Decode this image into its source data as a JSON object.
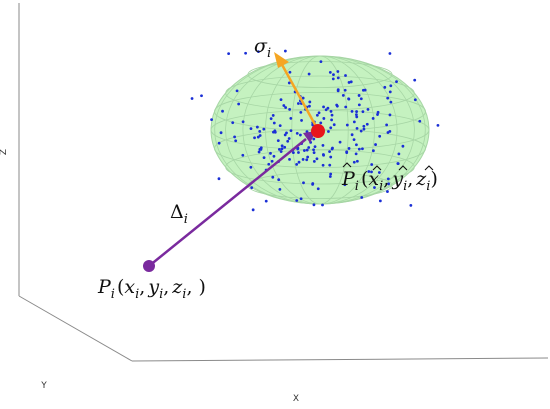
{
  "axes": {
    "x_label": "X",
    "y_label": "Y",
    "z_label": "Z"
  },
  "labels": {
    "sigma": {
      "base": "σ",
      "sub": "i"
    },
    "delta": {
      "base": "Δ",
      "sub": "i"
    },
    "p_hat": {
      "p": "P",
      "p_sub": "i",
      "open": "(",
      "x": "x",
      "x_sub": "i",
      "comma1": ",",
      "y": "y",
      "y_sub": "i",
      "comma2": ",",
      "z": "z",
      "z_sub": "i",
      "close": ")"
    },
    "p": {
      "p": "P",
      "p_sub": "i",
      "open": "(",
      "x": "x",
      "x_sub": "i",
      "comma1": ",",
      "y": "y",
      "y_sub": "i",
      "comma2": ",",
      "z": "z",
      "z_sub": "i",
      "close": ", )"
    }
  },
  "colors": {
    "ellipsoid_fill": "#c5f2c0",
    "ellipsoid_grid": "#a7d6a5",
    "scatter": "#1a2fd6",
    "centre": "#e8141c",
    "sigma_arrow": "#f5a623",
    "delta_arrow": "#7a2a9e",
    "point": "#7a2a9e",
    "axis_lines": "#888888"
  }
}
